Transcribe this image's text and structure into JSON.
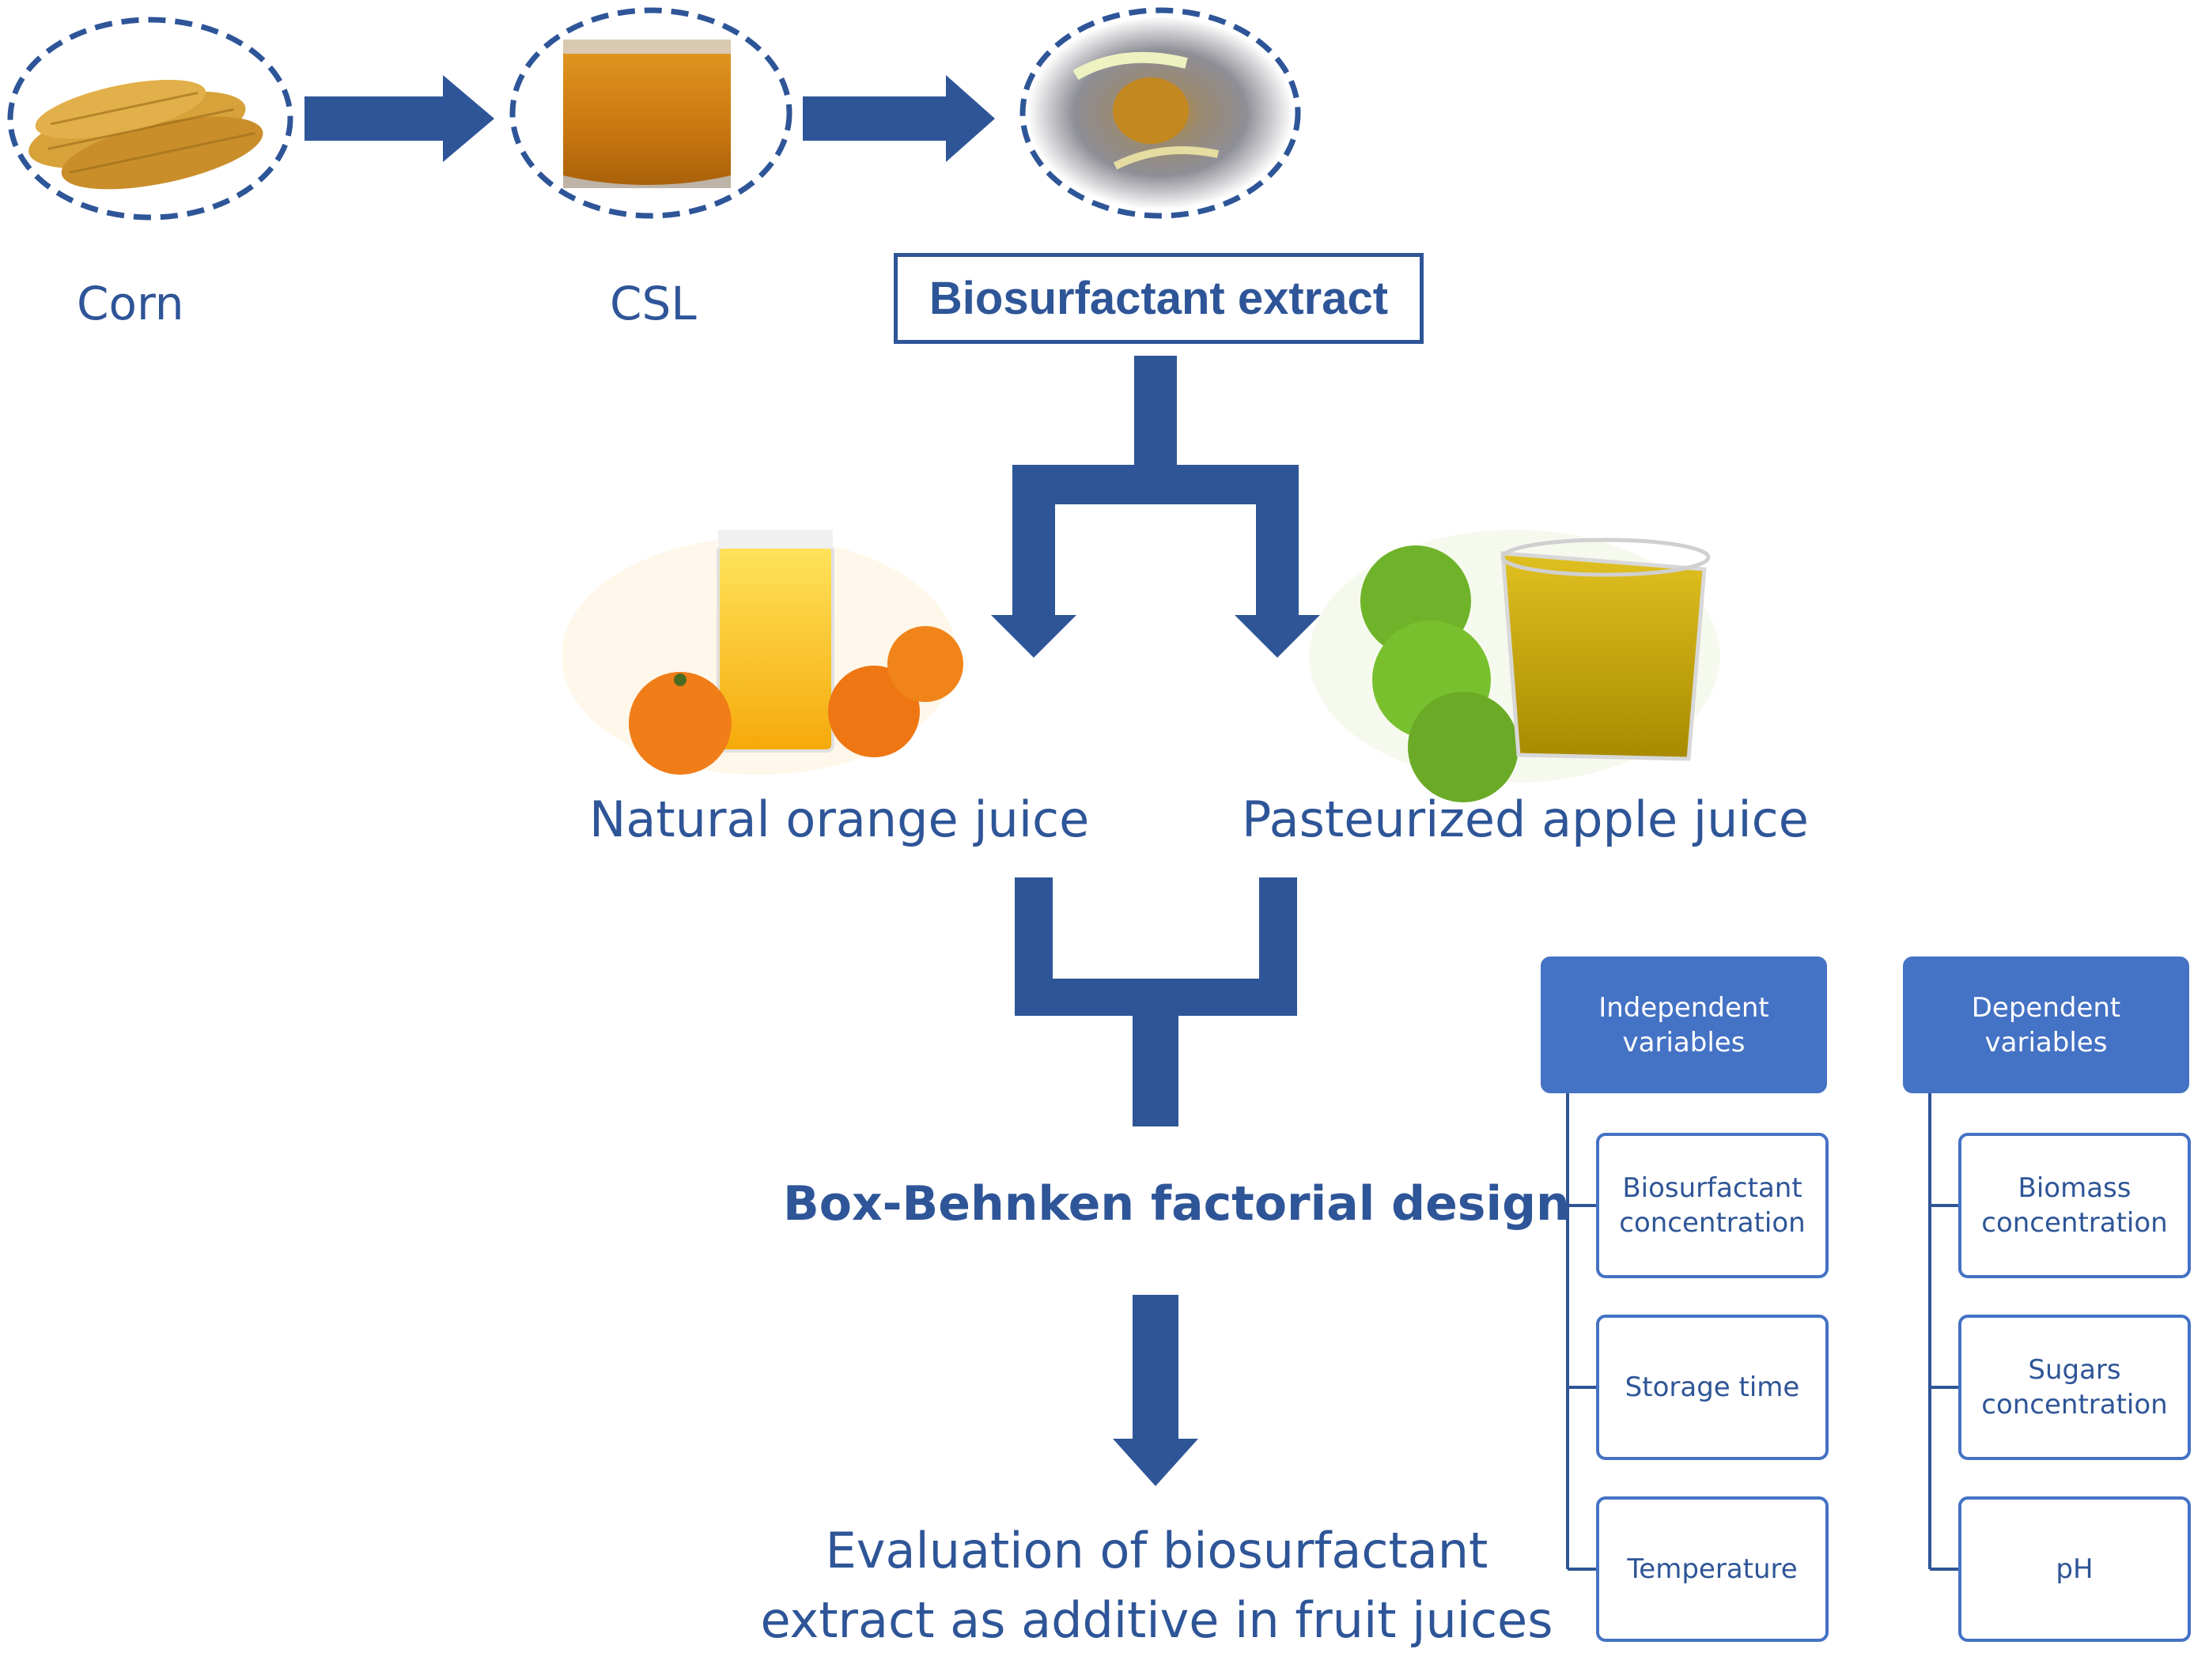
{
  "stages": [
    {
      "label": "Corn",
      "icon": "corn-icon"
    },
    {
      "label": "CSL",
      "icon": "csl-icon"
    },
    {
      "label": "Biosurfactant extract",
      "icon": "biosurfactant-icon"
    }
  ],
  "juices": [
    {
      "label": "Natural orange juice",
      "icon": "orange-juice-icon"
    },
    {
      "label": "Pasteurized apple juice",
      "icon": "apple-juice-icon"
    }
  ],
  "design": "Box-Behnken factorial design",
  "evaluation": "Evaluation of biosurfactant\nextract as additive in fruit juices",
  "independent": {
    "title": "Independent\nvariables",
    "items": [
      "Biosurfactant\nconcentration",
      "Storage time",
      "Temperature"
    ]
  },
  "dependent": {
    "title": "Dependent\nvariables",
    "items": [
      "Biomass\nconcentration",
      "Sugars\nconcentration",
      "pH"
    ]
  },
  "colors": {
    "primary": "#2e5597",
    "box": "#4472c4"
  }
}
